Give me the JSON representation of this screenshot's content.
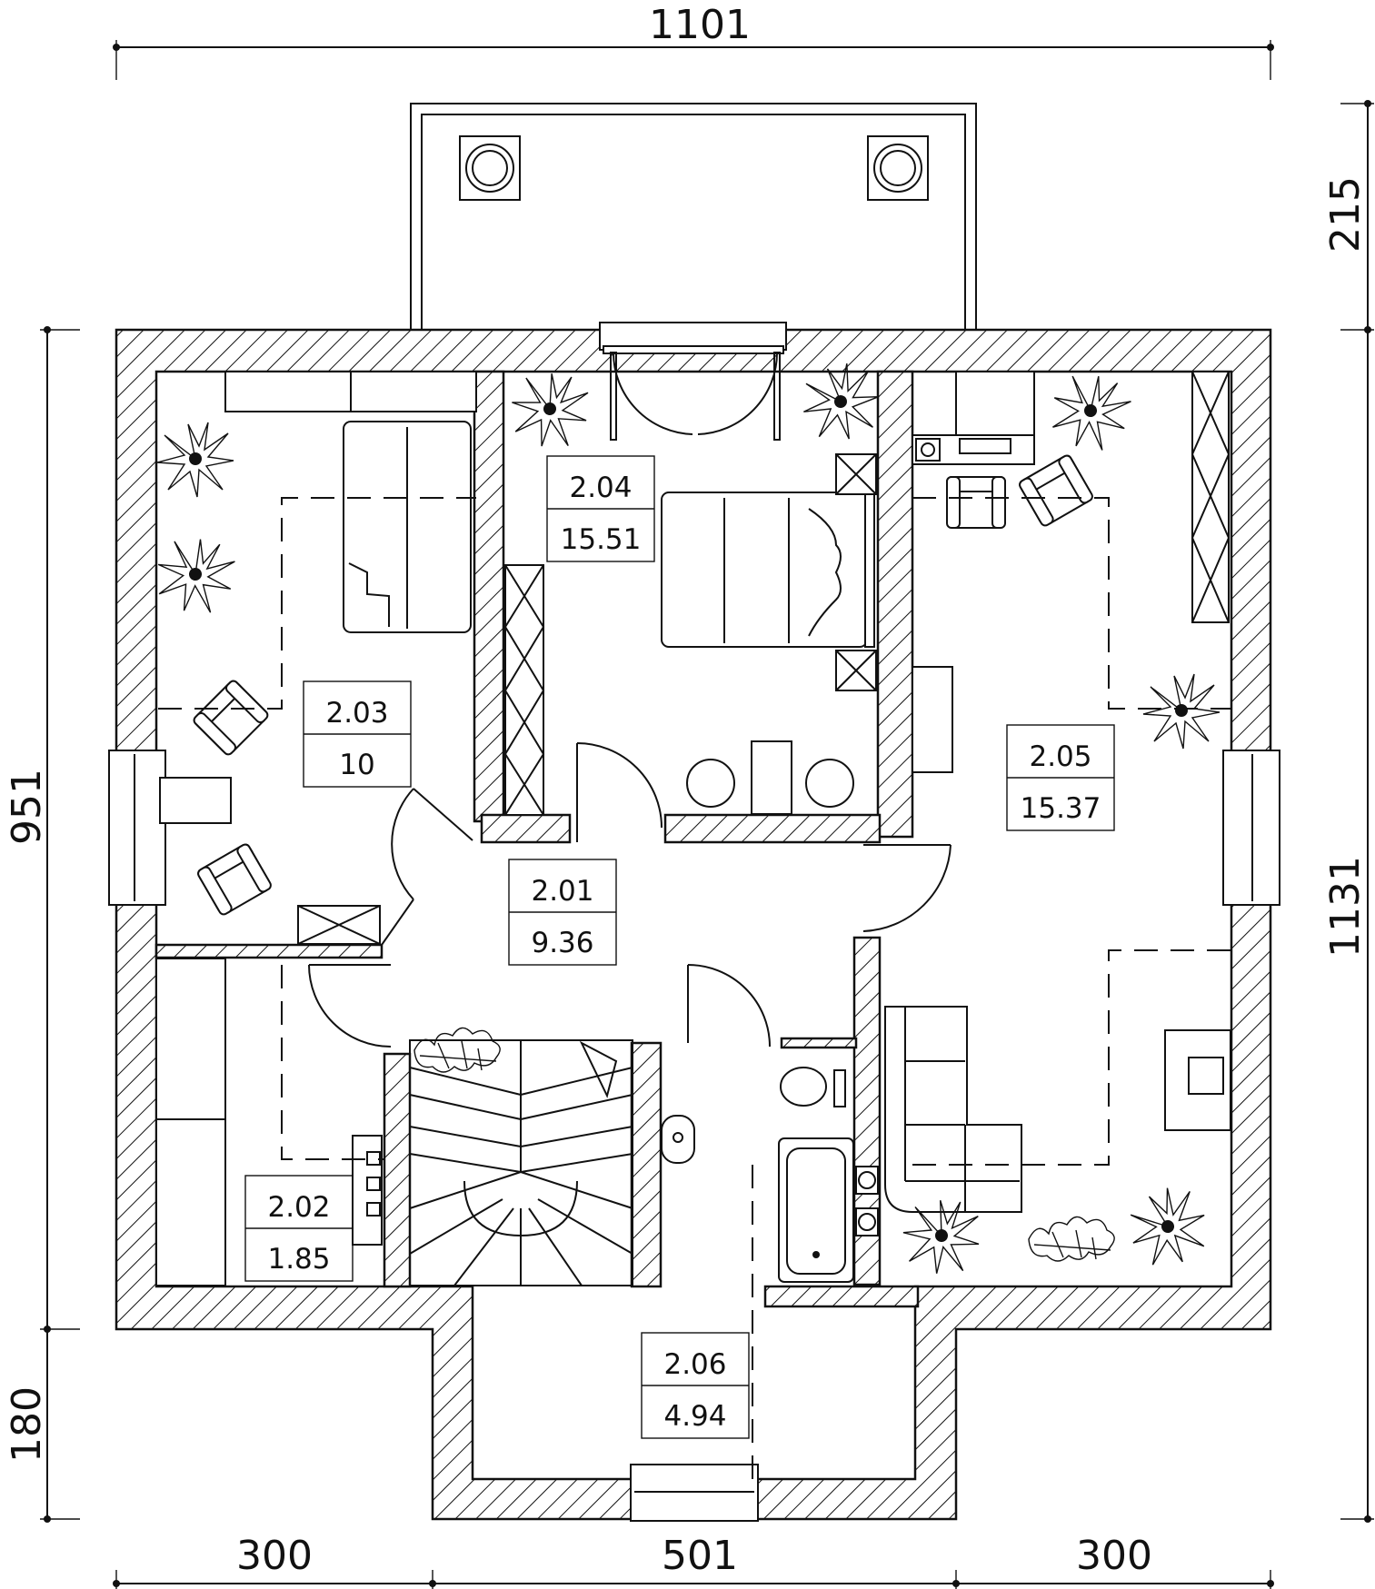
{
  "dimensions": {
    "top_width": "1101",
    "left_height": "951",
    "left_bottom": "180",
    "right_top": "215",
    "right_height": "1131",
    "bottom_left": "300",
    "bottom_middle": "501",
    "bottom_right": "300"
  },
  "rooms": [
    {
      "id": "2.01",
      "area": "9.36"
    },
    {
      "id": "2.02",
      "area": "1.85"
    },
    {
      "id": "2.03",
      "area": "10"
    },
    {
      "id": "2.04",
      "area": "15.51"
    },
    {
      "id": "2.05",
      "area": "15.37"
    },
    {
      "id": "2.06",
      "area": "4.94"
    }
  ]
}
